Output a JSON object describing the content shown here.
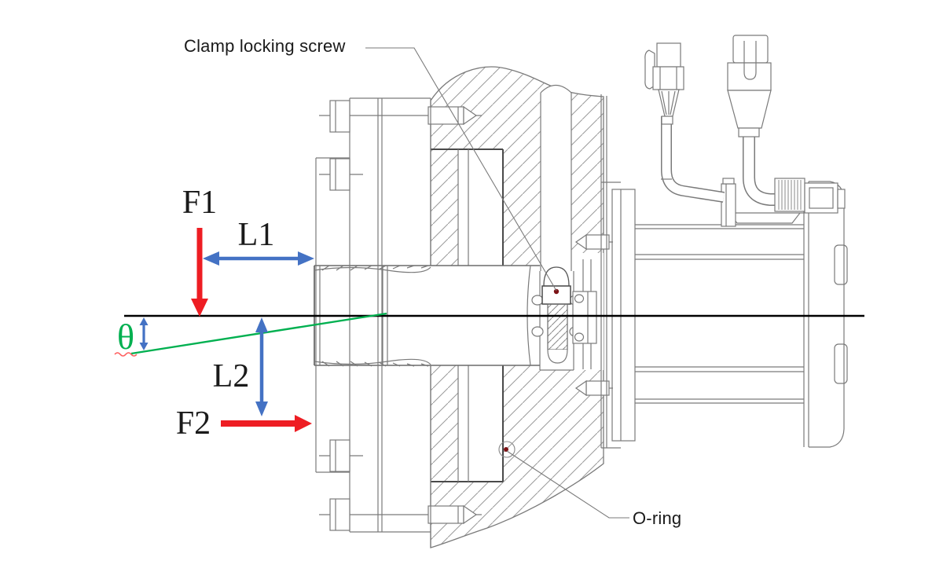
{
  "figure": {
    "title": "Motor clamp coupling cross-section with force and angle annotations",
    "annotation_labels": {
      "f1": "F1",
      "l1": "L1",
      "l2": "L2",
      "f2": "F2",
      "theta": "θ"
    },
    "callouts": {
      "clamp_locking_screw": "Clamp locking screw",
      "o_ring": "O-ring"
    },
    "colors": {
      "force": "#ee1d23",
      "dimension": "#4472c4",
      "angle": "#00b050",
      "centerline": "#000000",
      "outline": "#7a7a7a",
      "hatch": "#9a9a9a",
      "dark": "#4a4a4a",
      "dot": "#7c1215",
      "squiggle": "#ff5f5f",
      "text": "#1a1a1a",
      "background": "#ffffff"
    }
  }
}
